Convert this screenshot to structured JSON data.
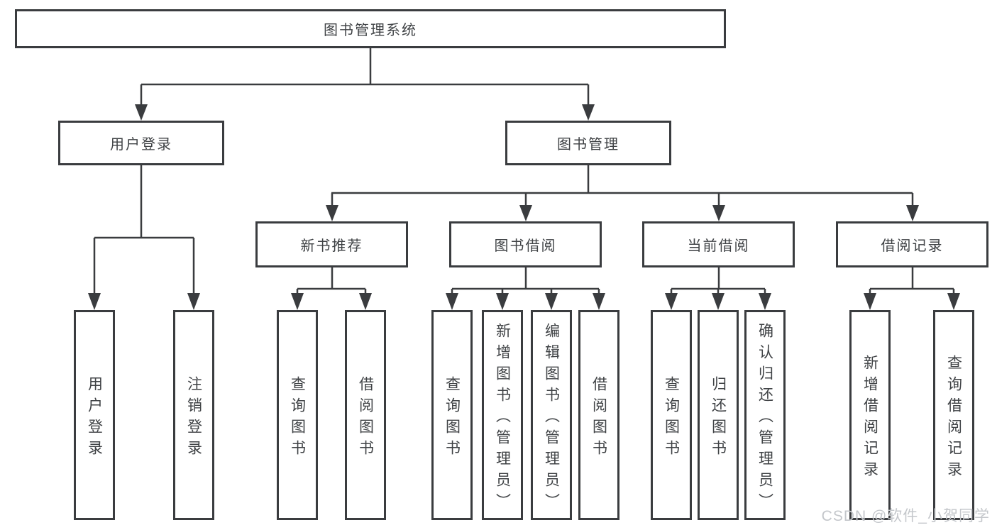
{
  "tree": {
    "label": "图书管理系统",
    "children": [
      {
        "label": "用户登录",
        "children": [
          {
            "label": "用户登录"
          },
          {
            "label": "注销登录"
          }
        ]
      },
      {
        "label": "图书管理",
        "children": [
          {
            "label": "新书推荐",
            "children": [
              {
                "label": "查询图书"
              },
              {
                "label": "借阅图书"
              }
            ]
          },
          {
            "label": "图书借阅",
            "children": [
              {
                "label": "查询图书"
              },
              {
                "label": "新增图书（管理员）"
              },
              {
                "label": "编辑图书（管理员）"
              },
              {
                "label": "借阅图书"
              }
            ]
          },
          {
            "label": "当前借阅",
            "children": [
              {
                "label": "查询图书"
              },
              {
                "label": "归还图书"
              },
              {
                "label": "确认归还（管理员）"
              }
            ]
          },
          {
            "label": "借阅记录",
            "children": [
              {
                "label": "新增借阅记录"
              },
              {
                "label": "查询借阅记录"
              }
            ]
          }
        ]
      }
    ]
  },
  "watermark": "CSDN @软件_小贺同学",
  "colors": {
    "line": "#3a3c3f",
    "text": "#3f4245",
    "background": "#ffffff",
    "watermark": "#c4c7cb"
  }
}
